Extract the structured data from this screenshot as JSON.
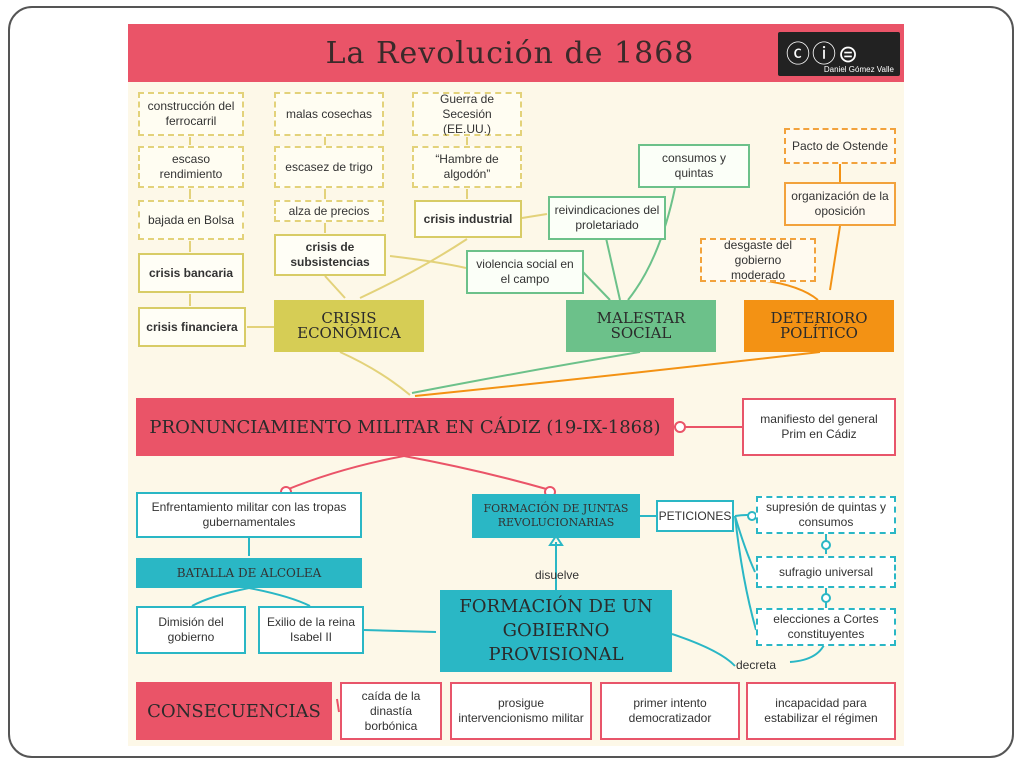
{
  "title": "La Revolución de 1868",
  "license": {
    "icons": "ⓒⓘ⊜",
    "author": "Daniel Gómez Valle"
  },
  "causes": {
    "economic": {
      "col1": [
        "construcción del ferrocarril",
        "escaso rendimiento",
        "bajada en Bolsa",
        "crisis bancaria",
        "crisis financiera"
      ],
      "col2": [
        "malas cosechas",
        "escasez de trigo",
        "alza de precios",
        "crisis de subsistencias"
      ],
      "col3": [
        "Guerra de Secesión (EE.UU.)",
        "“Hambre de algodón”",
        "crisis industrial"
      ],
      "label": "Crisis económica"
    },
    "social": {
      "items": [
        "consumos y quintas",
        "reivindicaciones del proletariado",
        "violencia social en el campo"
      ],
      "label": "Malestar social"
    },
    "political": {
      "items": [
        "Pacto de Ostende",
        "organización de la oposición",
        "desgaste del gobierno moderado"
      ],
      "label": "Deterioro político"
    }
  },
  "pronunciamiento": "Pronunciamiento militar en Cádiz (19-IX-1868)",
  "manifiesto": "manifiesto del general Prim en Cádiz",
  "enfrentamiento": "Enfrentamiento militar con las tropas gubernamentales",
  "batalla": "Batalla de Alcolea",
  "dimision": "Dimisión del gobierno",
  "exilio": "Exilio de la reina Isabel II",
  "juntas": "Formación de juntas revolucionarias",
  "peticiones": "PETICIONES",
  "peticiones_items": [
    "supresión de quintas y consumos",
    "sufragio universal",
    "elecciones a Cortes constituyentes"
  ],
  "disuelve": "disuelve",
  "gobierno": "Formación de un gobierno provisional",
  "decreta": "decreta",
  "consecuencias": {
    "label": "Consecuencias",
    "items": [
      "caída de la dinastía borbónica",
      "prosigue intervencionismo militar",
      "primer intento democratizador",
      "incapacidad para estabilizar el régimen"
    ]
  },
  "colors": {
    "red": "#ea5468",
    "yellow": "#d6cd55",
    "green": "#6cc18a",
    "orange": "#f39214",
    "teal": "#2ab7c5"
  }
}
